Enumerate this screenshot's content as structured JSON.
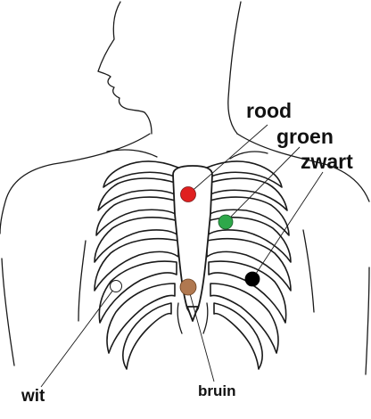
{
  "labels": {
    "red": "rood",
    "green": "groen",
    "black": "zwart",
    "white": "wit",
    "brown": "bruin"
  },
  "electrodes": [
    {
      "label": "rood",
      "color": "#e02020"
    },
    {
      "label": "groen",
      "color": "#2ea84a"
    },
    {
      "label": "zwart",
      "color": "#000000"
    },
    {
      "label": "wit",
      "color": "#ffffff"
    },
    {
      "label": "bruin",
      "color": "#b07850"
    }
  ]
}
